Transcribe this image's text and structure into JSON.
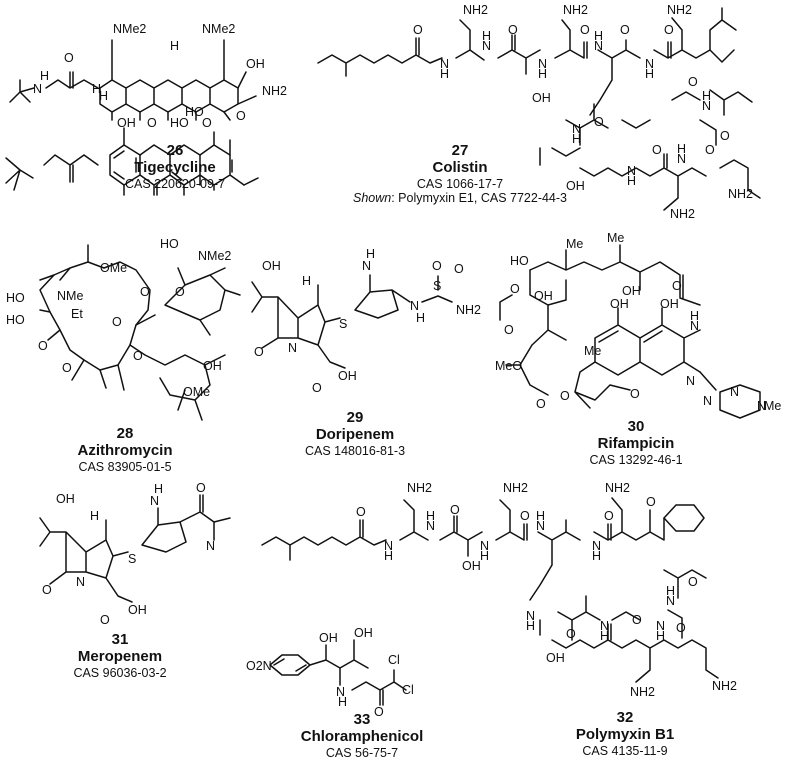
{
  "compounds": [
    {
      "number": "26",
      "name": "Tigecycline",
      "cas": "CAS 220620-09-7",
      "atom_labels": [
        "NMe2",
        "NMe2",
        "OH",
        "NH2",
        "OH",
        "O",
        "HO",
        "O",
        "HO",
        "O",
        "O",
        "H",
        "N",
        "H",
        "H",
        "H"
      ]
    },
    {
      "number": "27",
      "name": "Colistin",
      "cas": "CAS 1066-17-7",
      "shown_prefix": "Shown",
      "shown_text": ": Polymyxin E1, CAS 7722-44-3",
      "atom_labels": [
        "NH2",
        "NH2",
        "NH2",
        "O",
        "N",
        "H",
        "N",
        "H",
        "N",
        "H",
        "N",
        "H",
        "N",
        "H",
        "O",
        "O",
        "O",
        "O",
        "OH",
        "N",
        "H",
        "O",
        "O",
        "N",
        "H",
        "N",
        "H",
        "N",
        "H",
        "OH",
        "NH2",
        "NH2",
        "O",
        "O",
        "O"
      ]
    },
    {
      "number": "28",
      "name": "Azithromycin",
      "cas": "CAS 83905-01-5",
      "atom_labels": [
        "OMe",
        "NMe2",
        "HO",
        "NMe",
        "HO",
        "Et",
        "HO",
        "O",
        "O",
        "O",
        "O",
        "O",
        "O",
        "OH",
        "OMe"
      ]
    },
    {
      "number": "29",
      "name": "Doripenem",
      "cas": "CAS 148016-81-3",
      "atom_labels": [
        "OH",
        "H",
        "N",
        "H",
        "N",
        "H",
        "S",
        "O",
        "O",
        "NH2",
        "S",
        "O",
        "N",
        "OH",
        "O"
      ]
    },
    {
      "number": "30",
      "name": "Rifampicin",
      "cas": "CAS 13292-46-1",
      "atom_labels": [
        "HO",
        "Me",
        "Me",
        "OH",
        "OH",
        "O",
        "O",
        "O",
        "N",
        "H",
        "OH",
        "OH",
        "MeO",
        "Me",
        "O",
        "O",
        "O",
        "N",
        "N",
        "N",
        "N",
        "Me"
      ]
    },
    {
      "number": "31",
      "name": "Meropenem",
      "cas": "CAS 96036-03-2",
      "atom_labels": [
        "OH",
        "H",
        "N",
        "H",
        "O",
        "N",
        "S",
        "O",
        "N",
        "OH",
        "O"
      ]
    },
    {
      "number": "32",
      "name": "Polymyxin B1",
      "cas": "CAS 4135-11-9",
      "atom_labels": [
        "NH2",
        "NH2",
        "NH2",
        "O",
        "N",
        "H",
        "N",
        "H",
        "N",
        "H",
        "N",
        "H",
        "N",
        "H",
        "O",
        "O",
        "O",
        "O",
        "OH",
        "N",
        "H",
        "O",
        "O",
        "N",
        "H",
        "N",
        "H",
        "N",
        "H",
        "OH",
        "NH2",
        "NH2",
        "O",
        "O"
      ]
    },
    {
      "number": "33",
      "name": "Chloramphenicol",
      "cas": "CAS 56-75-7",
      "atom_labels": [
        "OH",
        "OH",
        "O2N",
        "N",
        "H",
        "Cl",
        "Cl",
        "O"
      ]
    }
  ]
}
